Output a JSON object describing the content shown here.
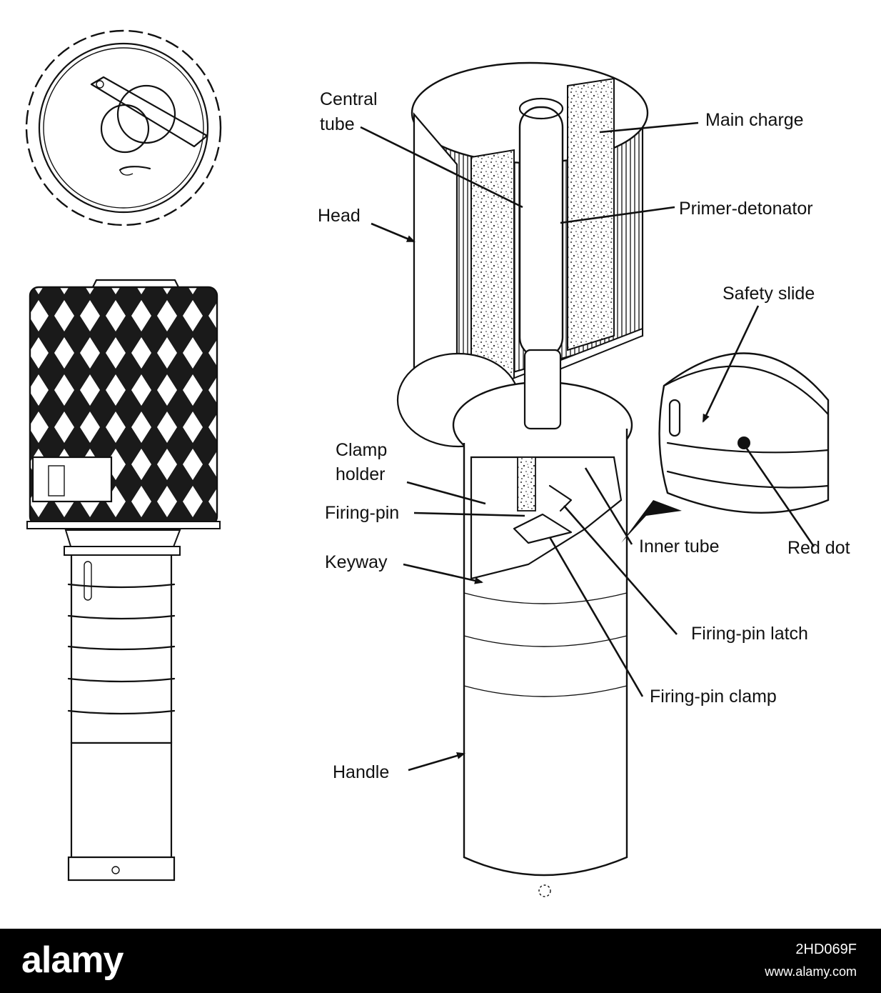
{
  "diagram": {
    "labels": {
      "central_tube": [
        "Central",
        "tube"
      ],
      "head": "Head",
      "main_charge": "Main charge",
      "primer_detonator": "Primer-detonator",
      "safety_slide": "Safety slide",
      "clamp_holder": [
        "Clamp",
        "holder"
      ],
      "firing_pin": "Firing-pin",
      "keyway": "Keyway",
      "inner_tube": "Inner tube",
      "red_dot": "Red dot",
      "firing_pin_latch": "Firing-pin latch",
      "firing_pin_clamp": "Firing-pin clamp",
      "handle": "Handle"
    },
    "colors": {
      "ink": "#111111",
      "paper": "#ffffff",
      "footer": "#000000"
    }
  },
  "watermark": {
    "brand": "alamy",
    "image_id": "2HD069F",
    "url": "www.alamy.com"
  }
}
